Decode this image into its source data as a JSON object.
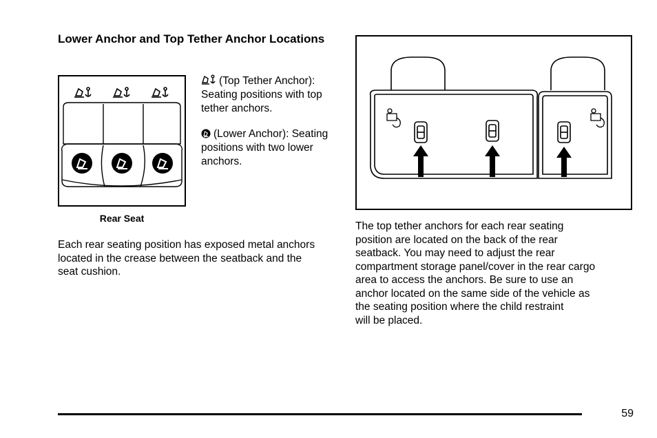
{
  "section": {
    "heading": "Lower Anchor and Top Tether Anchor Locations"
  },
  "figure_rear_seat": {
    "caption": "Rear Seat",
    "icons": [
      "top-tether-anchor-icon",
      "lower-anchor-icon"
    ]
  },
  "legend": {
    "top_tether": {
      "icon": "top-tether-anchor-icon",
      "text": "(Top Tether Anchor): Seating positions with top tether anchors."
    },
    "lower_anchor": {
      "icon": "lower-anchor-icon",
      "text": "(Lower Anchor): Seating positions with two lower anchors."
    }
  },
  "body": {
    "left_paragraph": "Each rear seating position has exposed metal anchors located in the crease between the seatback and the seat cushion.",
    "right_paragraph_lines": [
      "The top tether anchors for each rear seating",
      "position are located on the back of the rear",
      "seatback. You may need to adjust the rear",
      "compartment storage panel/cover in the rear cargo",
      "area to access the anchors. Be sure to use an",
      "anchor located on the same side of the vehicle as",
      "the seating position where the child restraint",
      "will be placed."
    ]
  },
  "footer": {
    "page_number": "59"
  }
}
